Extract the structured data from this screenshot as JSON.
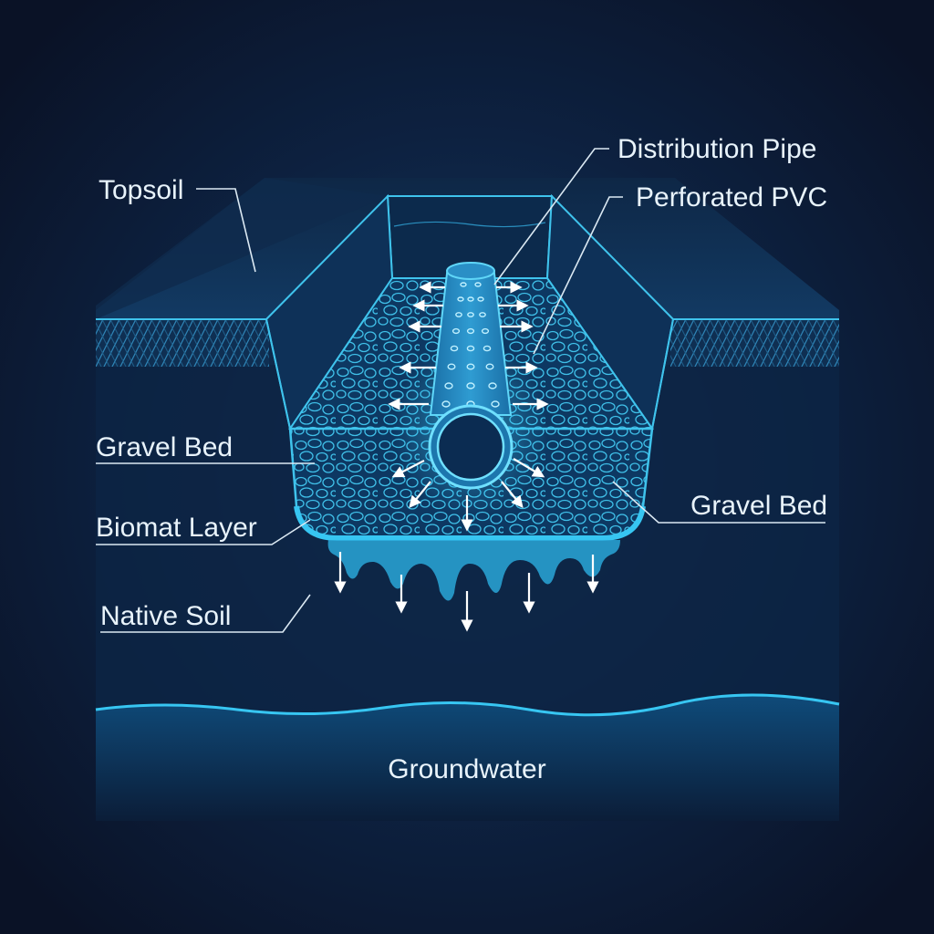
{
  "labels": {
    "topsoil": "Topsoil",
    "distribution_pipe": "Distribution Pipe",
    "perforated_pvc": "Perforated PVC",
    "gravel_bed_left": "Gravel Bed",
    "gravel_bed_right": "Gravel Bed",
    "biomat_layer": "Biomat Layer",
    "native_soil": "Native Soil",
    "groundwater": "Groundwater"
  },
  "colors": {
    "background": "#0b1428",
    "outline": "#3fc3ec",
    "water": "#2aa7d8",
    "text": "#e8f3fb"
  }
}
